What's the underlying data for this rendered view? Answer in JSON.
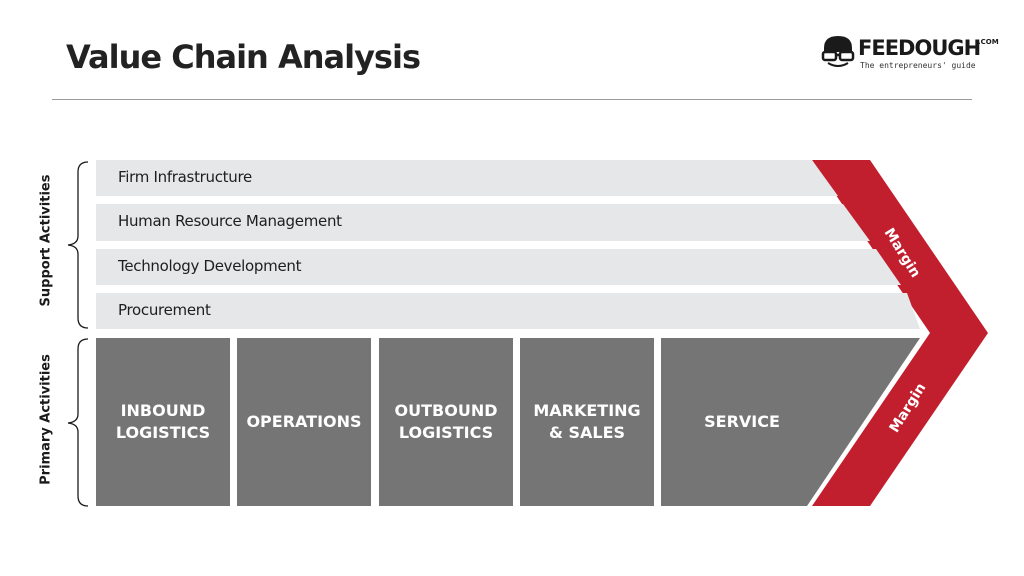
{
  "title": "Value Chain Analysis",
  "logo": {
    "wordmark": "FEEDOUGH",
    "suffix": ".COM",
    "tagline": "The entrepreneurs' guide"
  },
  "labels": {
    "support": "Support Activities",
    "primary": "Primary Activities"
  },
  "support_activities": [
    "Firm Infrastructure",
    "Human Resource Management",
    "Technology Development",
    "Procurement"
  ],
  "primary_activities": [
    "INBOUND\nLOGISTICS",
    "OPERATIONS",
    "OUTBOUND\nLOGISTICS",
    "MARKETING\n& SALES",
    "SERVICE"
  ],
  "margin": {
    "top": "Margin",
    "bottom": "Margin"
  },
  "colors": {
    "support_bar": "#e6e7e9",
    "primary_box": "#757575",
    "margin": "#c21f2e",
    "text_dark": "#1e1e1e"
  },
  "icons": [
    "logo-face-icon"
  ]
}
